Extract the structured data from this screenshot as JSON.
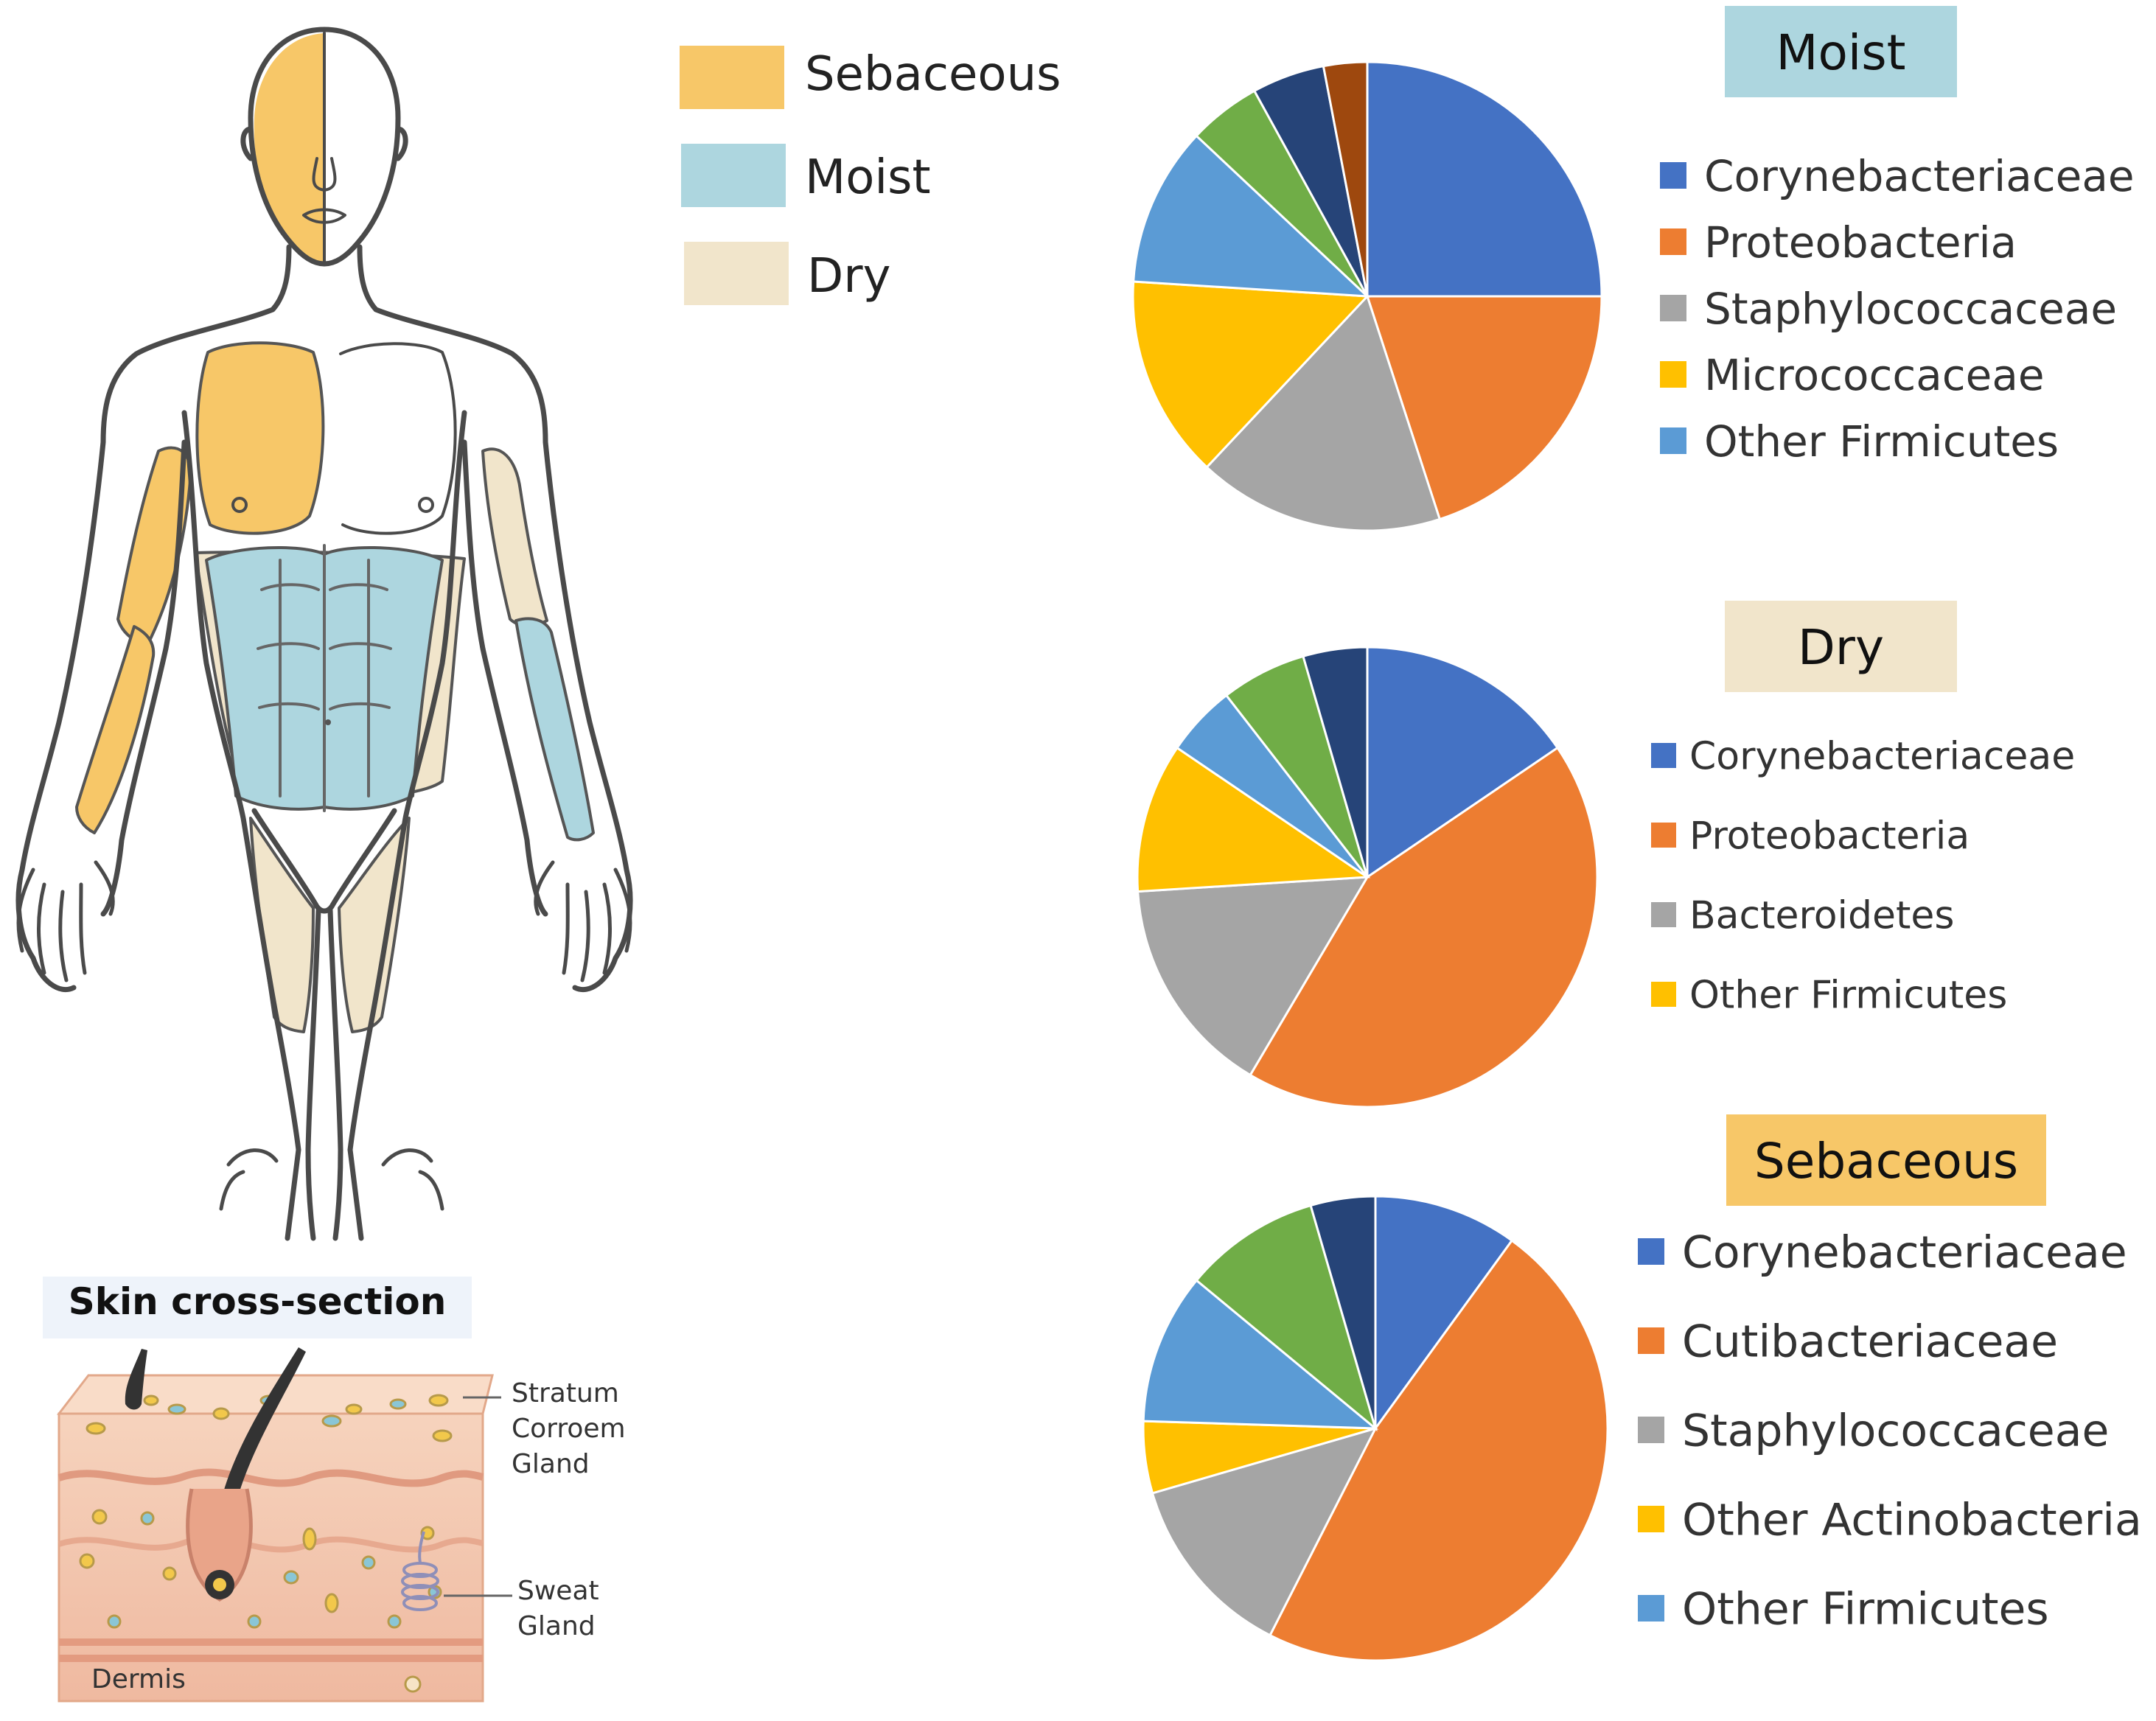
{
  "zone_legend": [
    {
      "label": "Sebaceous",
      "color": "#f7c768"
    },
    {
      "label": "Moist",
      "color": "#add6df"
    },
    {
      "label": "Dry",
      "color": "#f1e5cb"
    }
  ],
  "skin_section": {
    "title": "Skin cross-section",
    "labels": [
      "Stratum",
      "Corroem",
      "Gland",
      "Sweat",
      "Gland",
      "Dermis"
    ]
  },
  "chart_data": [
    {
      "type": "pie",
      "title": "Moist",
      "title_bg": "#add6df",
      "legend": [
        "Corynebacteriaceae",
        "Proteobacteria",
        "Staphylococcaceae",
        "Micrococcaceae",
        "Other Firmicutes"
      ],
      "slices": [
        {
          "value": 25,
          "color": "#4472c4"
        },
        {
          "value": 20,
          "color": "#ed7d31"
        },
        {
          "value": 17,
          "color": "#a5a5a5"
        },
        {
          "value": 14,
          "color": "#ffc000"
        },
        {
          "value": 11,
          "color": "#5b9bd5"
        },
        {
          "value": 5,
          "color": "#70ad47"
        },
        {
          "value": 5,
          "color": "#264478"
        },
        {
          "value": 3,
          "color": "#9e480e"
        }
      ]
    },
    {
      "type": "pie",
      "title": "Dry",
      "title_bg": "#f1e5cb",
      "legend": [
        "Corynebacteriaceae",
        "Proteobacteria",
        "Bacteroidetes",
        "Other Firmicutes"
      ],
      "slices": [
        {
          "value": 15.5,
          "color": "#4472c4"
        },
        {
          "value": 43,
          "color": "#ed7d31"
        },
        {
          "value": 15.5,
          "color": "#a5a5a5"
        },
        {
          "value": 10.5,
          "color": "#ffc000"
        },
        {
          "value": 5,
          "color": "#5b9bd5"
        },
        {
          "value": 6,
          "color": "#70ad47"
        },
        {
          "value": 4.5,
          "color": "#264478"
        }
      ]
    },
    {
      "type": "pie",
      "title": "Sebaceous",
      "title_bg": "#f7c768",
      "legend": [
        "Corynebacteriaceae",
        "Cutibacteriaceae",
        "Staphylococcaceae",
        "Other Actinobacteria",
        "Other Firmicutes"
      ],
      "slices": [
        {
          "value": 10,
          "color": "#4472c4"
        },
        {
          "value": 47.5,
          "color": "#ed7d31"
        },
        {
          "value": 13,
          "color": "#a5a5a5"
        },
        {
          "value": 5,
          "color": "#ffc000"
        },
        {
          "value": 10.5,
          "color": "#5b9bd5"
        },
        {
          "value": 9.5,
          "color": "#70ad47"
        },
        {
          "value": 4.5,
          "color": "#264478"
        }
      ]
    }
  ]
}
